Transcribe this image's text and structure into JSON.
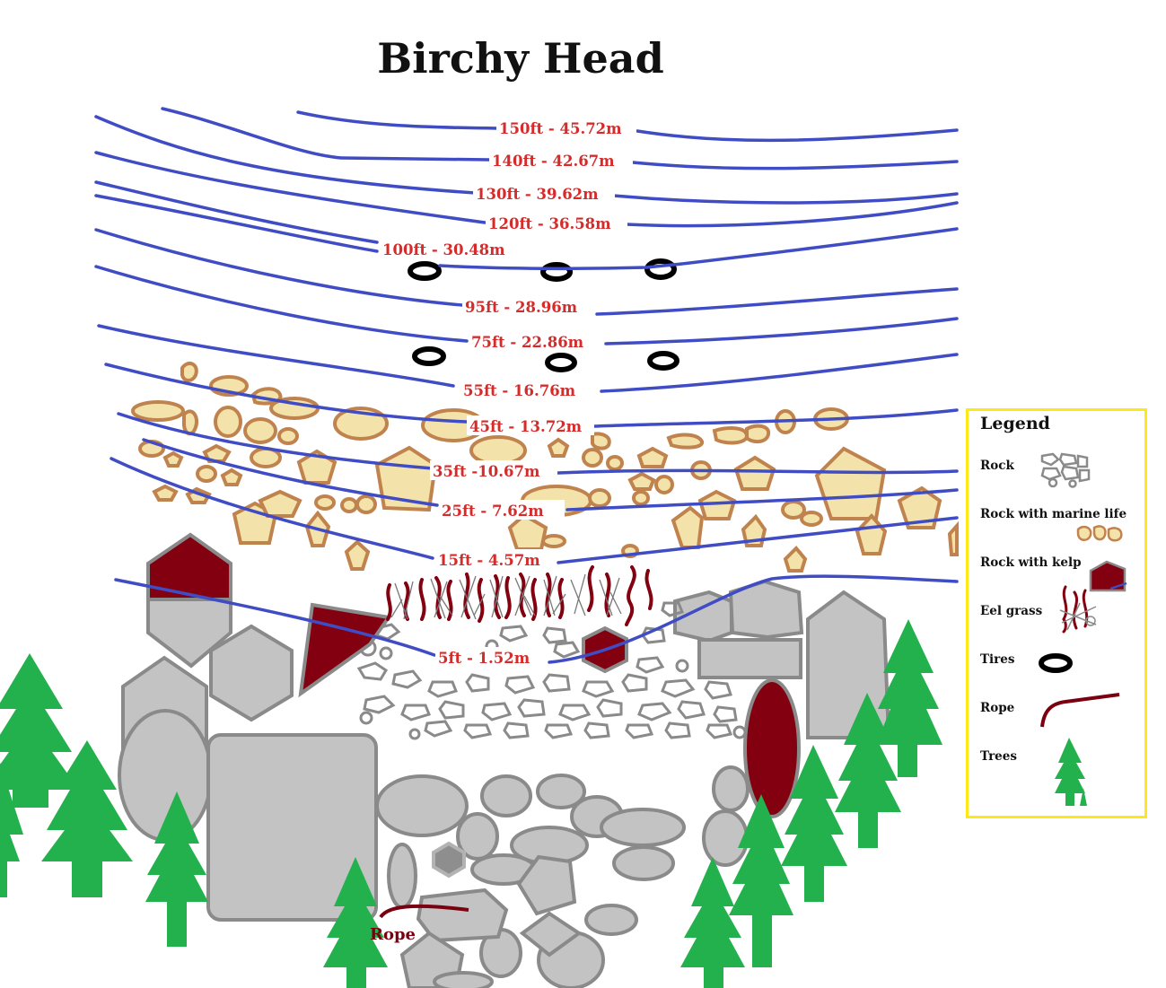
{
  "title": "Birchy Head",
  "depth_contours": [
    {
      "label": "150ft - 45.72m"
    },
    {
      "label": "140ft - 42.67m"
    },
    {
      "label": "130ft - 39.62m"
    },
    {
      "label": "120ft - 36.58m"
    },
    {
      "label": "100ft - 30.48m"
    },
    {
      "label": "95ft - 28.96m"
    },
    {
      "label": "75ft  - 22.86m"
    },
    {
      "label": "55ft - 16.76m"
    },
    {
      "label": "45ft - 13.72m"
    },
    {
      "label": "35ft -10.67m"
    },
    {
      "label": "25ft - 7.62m"
    },
    {
      "label": "15ft - 4.57m"
    },
    {
      "label": "5ft - 1.52m"
    }
  ],
  "annotations": {
    "rope": "Rope"
  },
  "legend": {
    "title": "Legend",
    "items": [
      {
        "label": "Rock",
        "icon": "rock-icon"
      },
      {
        "label": "Rock with marine life",
        "icon": "marine-rock-icon"
      },
      {
        "label": "Rock with kelp",
        "icon": "kelp-rock-icon"
      },
      {
        "label": "Eel grass",
        "icon": "eel-grass-icon"
      },
      {
        "label": "Tires",
        "icon": "tire-icon"
      },
      {
        "label": "Rope",
        "icon": "rope-icon"
      },
      {
        "label": "Trees",
        "icon": "tree-icon"
      }
    ]
  },
  "colors": {
    "contour": "#3f4cc4",
    "depth_label": "#d62b2b",
    "rock_fill": "#c3c3c3",
    "rock_stroke": "#8a8a8a",
    "marine_fill": "#f3e3ab",
    "marine_stroke": "#c0834e",
    "kelp": "#82000f",
    "tree": "#22b14c",
    "legend_border": "#ffe81a"
  }
}
